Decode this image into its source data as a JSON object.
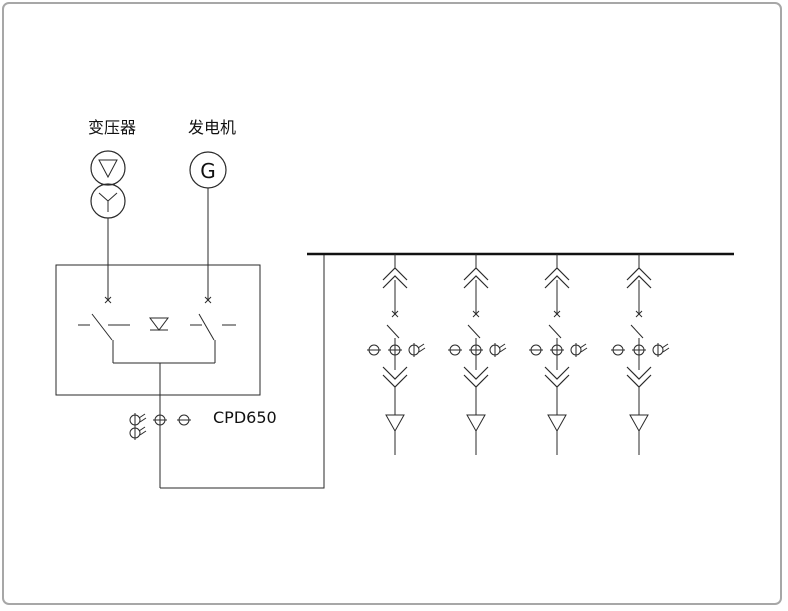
{
  "labels": {
    "transformer": "变压器",
    "generator": "发电机",
    "generator_symbol": "G",
    "device": "CPD650"
  },
  "feeders": [
    {
      "id": 1
    },
    {
      "id": 2
    },
    {
      "id": 3
    },
    {
      "id": 4
    }
  ],
  "colors": {
    "line": "#2a2a2a",
    "frame": "#a7a7a7",
    "busbar": "#111111"
  }
}
